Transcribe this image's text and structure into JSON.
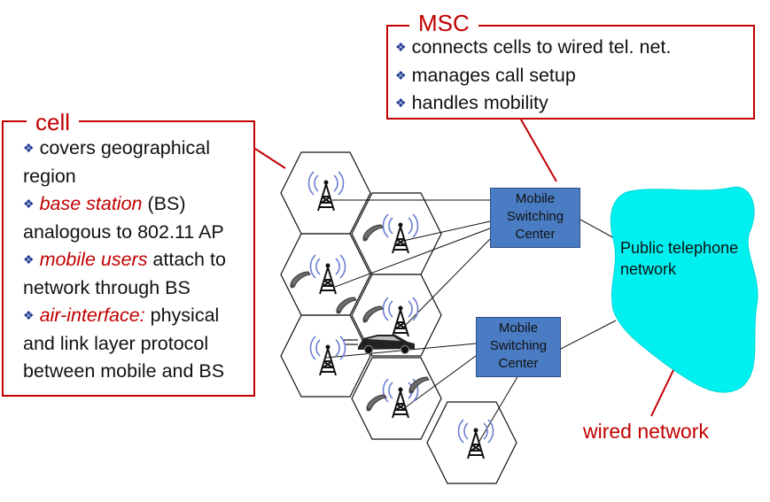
{
  "cell_callout": {
    "title": "cell",
    "bullets": [
      {
        "em": "",
        "plain": "covers geographical region"
      },
      {
        "em": "base station",
        "plain": " (BS) analogous to 802.11 AP"
      },
      {
        "em": "mobile users",
        "plain": " attach to network through BS"
      },
      {
        "em": "air-interface:",
        "plain": " physical and link layer protocol between mobile and BS"
      }
    ]
  },
  "msc_callout": {
    "title": "MSC",
    "bullets": [
      "connects cells to wired tel. net.",
      "manages call setup",
      "handles mobility"
    ]
  },
  "msc_box_1": {
    "label": "Mobile Switching Center"
  },
  "msc_box_2": {
    "label": "Mobile Switching Center"
  },
  "cloud": {
    "label": "Public telephone network"
  },
  "wired_label": "wired network",
  "colors": {
    "callout_border": "#c00000",
    "msc_fill": "#4a7cc3",
    "cloud_fill": "#00f0f0",
    "bullet": "#1f3a93"
  },
  "icons": [
    "base-station-icon",
    "mobile-phone-icon",
    "car-icon"
  ]
}
